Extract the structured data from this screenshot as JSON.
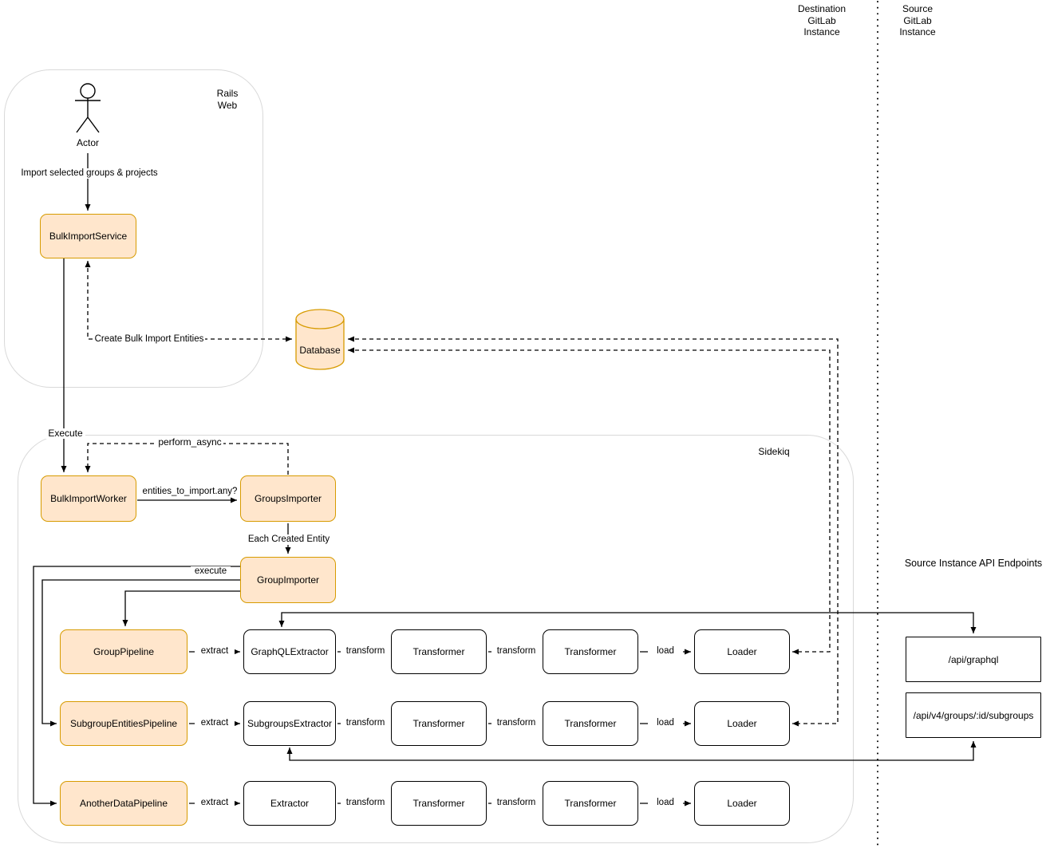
{
  "header": {
    "destination_label": "Destination\nGitLab\nInstance",
    "source_label": "Source\nGitLab\nInstance"
  },
  "containers": {
    "rails_web": "Rails\nWeb",
    "sidekiq": "Sidekiq"
  },
  "actor": {
    "label": "Actor"
  },
  "titles": {
    "api_endpoints": "Source Instance API Endpoints"
  },
  "nodes": {
    "bulk_import_service": "BulkImportService",
    "database": "Database",
    "bulk_import_worker": "BulkImportWorker",
    "groups_importer": "GroupsImporter",
    "group_importer": "GroupImporter",
    "group_pipeline": "GroupPipeline",
    "graphql_extractor": "GraphQLExtractor",
    "subgroup_entities_pipeline": "SubgroupEntitiesPipeline",
    "subgroups_extractor": "SubgroupsExtractor",
    "another_data_pipeline": "AnotherDataPipeline",
    "extractor": "Extractor",
    "transformer": "Transformer",
    "loader": "Loader",
    "api_graphql": "/api/graphql",
    "api_subgroups": "/api/v4/groups/:id/subgroups"
  },
  "edge_labels": {
    "import_selected": "Import selected groups & projects",
    "create_bulk_import_entities": "Create Bulk Import Entities",
    "execute": "Execute",
    "perform_async": "perform_async",
    "entities_to_import": "entities_to_import.any?",
    "each_created_entity": "Each Created Entity",
    "execute_lower": "execute",
    "extract": "extract",
    "transform": "transform",
    "load": "load"
  },
  "colors": {
    "node_fill": "#FFE6CC",
    "node_stroke": "#D79B00",
    "line": "#000000",
    "container_stroke": "#D9D9D9"
  }
}
